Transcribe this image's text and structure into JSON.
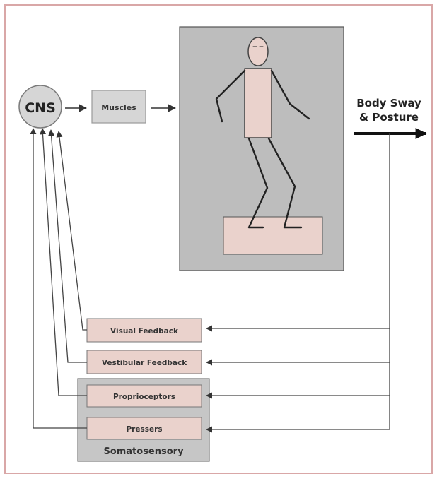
{
  "diagram": {
    "cns_label": "CNS",
    "muscles_label": "Muscles",
    "output_label_line1": "Body Sway",
    "output_label_line2": "& Posture",
    "feedback": [
      {
        "label": "Visual Feedback"
      },
      {
        "label": "Vestibular Feedback"
      },
      {
        "label": "Proprioceptors"
      },
      {
        "label": "Pressers"
      }
    ],
    "somatosensory_label": "Somatosensory"
  },
  "colors": {
    "frame_border": "#d9a7a7",
    "node_fill": "#ead2cc",
    "panel_fill": "#bdbdbd",
    "group_fill": "#c6c6c6",
    "line": "#333333"
  }
}
